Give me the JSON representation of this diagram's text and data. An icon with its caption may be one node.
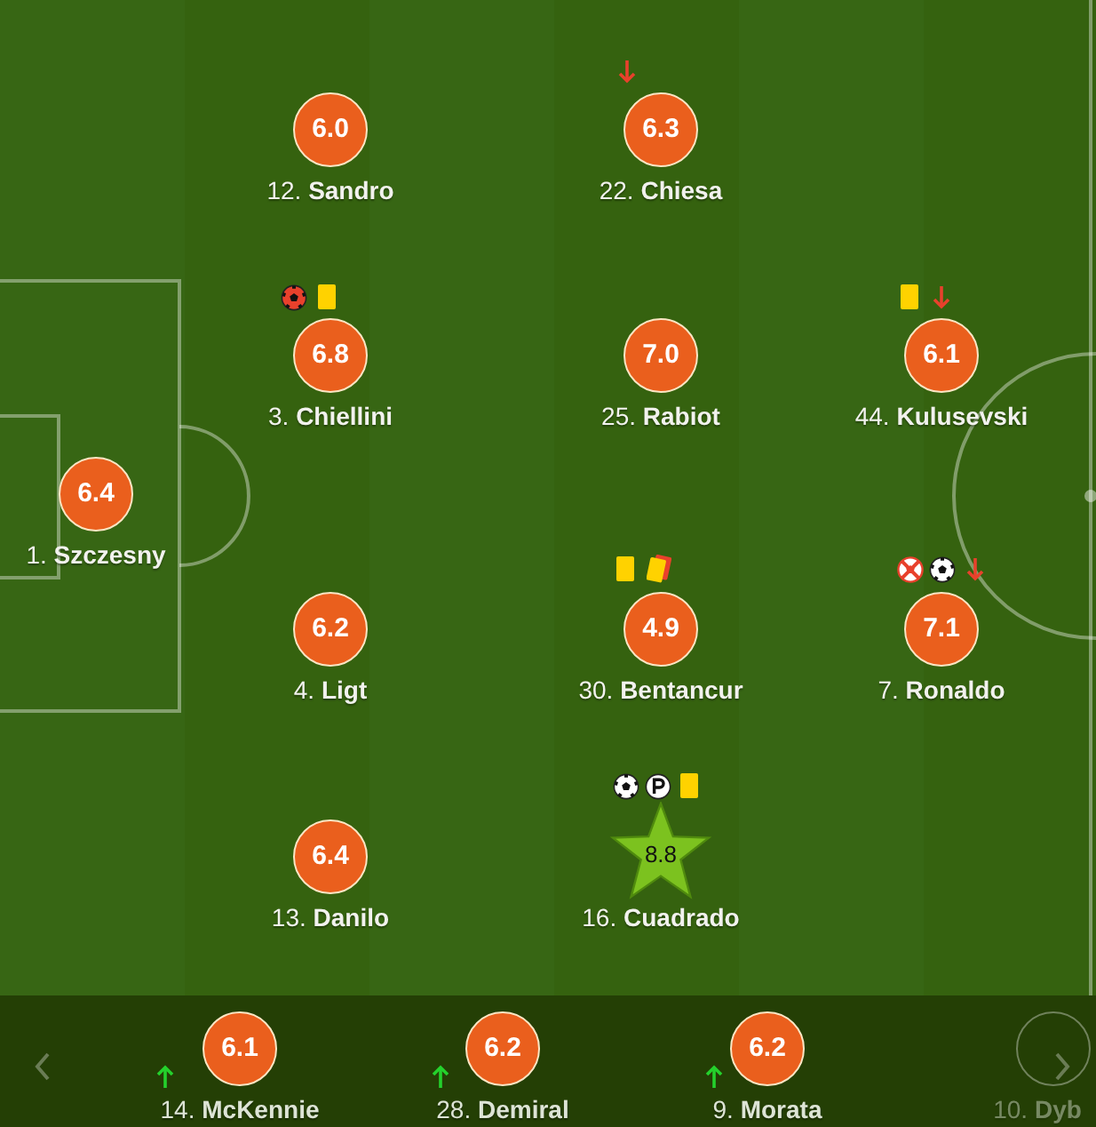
{
  "diagram": {
    "nodes": [
      {
        "text": [
          "6.0"
        ],
        "beside": [
          "12. **Sandro**"
        ]
      },
      {
        "text": [
          "6.3"
        ],
        "beside": [
          "22. **Chiesa**"
        ]
      },
      {
        "text": [
          "6.8"
        ],
        "beside": [
          "3. **Chiellini**"
        ]
      },
      {
        "text": [
          "7.0"
        ],
        "beside": [
          "25. **Rabiot**"
        ]
      },
      {
        "text": [
          "6.1"
        ],
        "beside": [
          "44. **Kulusevski**"
        ]
      },
      {
        "text": [
          "6.4"
        ],
        "beside": [
          "1. **Szczesny**"
        ]
      },
      {
        "text": [
          "6.2"
        ],
        "beside": [
          "4. **Ligt**"
        ]
      },
      {
        "text": [
          "4.9"
        ],
        "beside": [
          "30. **Bentancur**"
        ]
      },
      {
        "text": [
          "7.1"
        ],
        "beside": [
          "7. **Ronaldo**"
        ]
      },
      {
        "text": [
          "6.4"
        ],
        "beside": [
          "13. **Danilo**"
        ]
      },
      {
        "text": [
          "8.8"
        ],
        "beside": [
          "16. **Cuadrado**"
        ]
      },
      {
        "text": [
          "6.1"
        ],
        "beside": [
          "14. **McKennie**"
        ]
      },
      {
        "text": [
          "6.2"
        ],
        "beside": [
          "28. **Demiral**"
        ]
      },
      {
        "text": [
          "6.2"
        ],
        "beside": [
          "9. **Morata**"
        ]
      },
      {
        "text": [],
        "shape": "circle",
        "beside": [
          "10. **Dyb**"
        ]
      }
    ],
    "edges": []
  }
}
